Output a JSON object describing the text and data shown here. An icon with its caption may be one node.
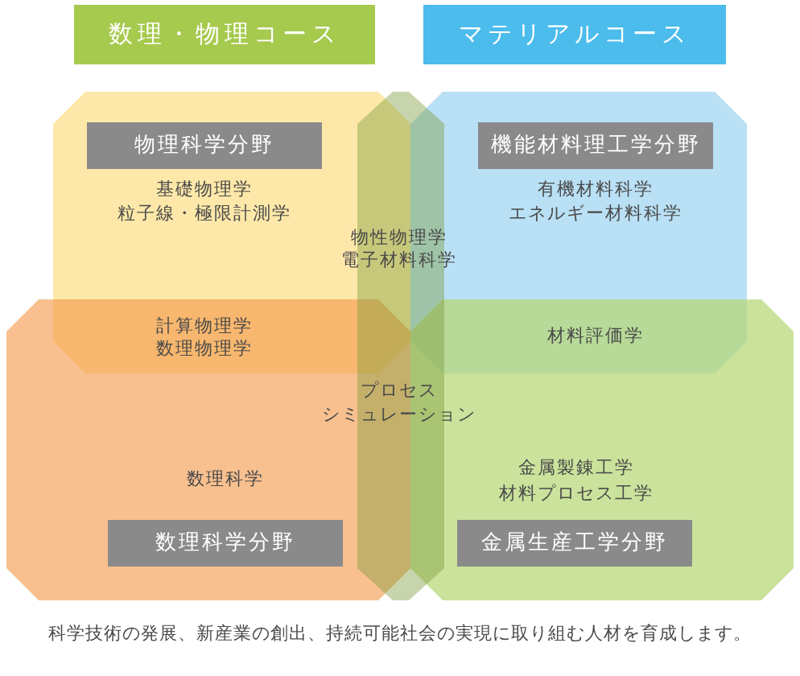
{
  "diagram": {
    "caption": "科学技術の発展、新産業の創出、持続可能社会の実現に取り組む人材を育成します。",
    "nodes": [
      {
        "text": [
          "数理・物理コース"
        ]
      },
      {
        "text": [
          "マテリアルコース"
        ]
      },
      {
        "text": [
          "物理科学分野",
          "基礎物理学",
          "粒子線・極限計測学"
        ]
      },
      {
        "text": [
          "機能材料理工学分野",
          "有機材料科学",
          "エネルギー材料科学"
        ]
      },
      {
        "text": [
          "数理科学",
          "数理科学分野"
        ]
      },
      {
        "text": [
          "金属製錬工学",
          "材料プロセス工学",
          "金属生産工学分野"
        ]
      },
      {
        "text": [],
        "shape": "band"
      }
    ],
    "labels": [
      "物性物理学",
      "電子材料科学",
      "計算物理学",
      "数理物理学",
      "材料評価学",
      "プロセス",
      "シミュレーション"
    ]
  }
}
